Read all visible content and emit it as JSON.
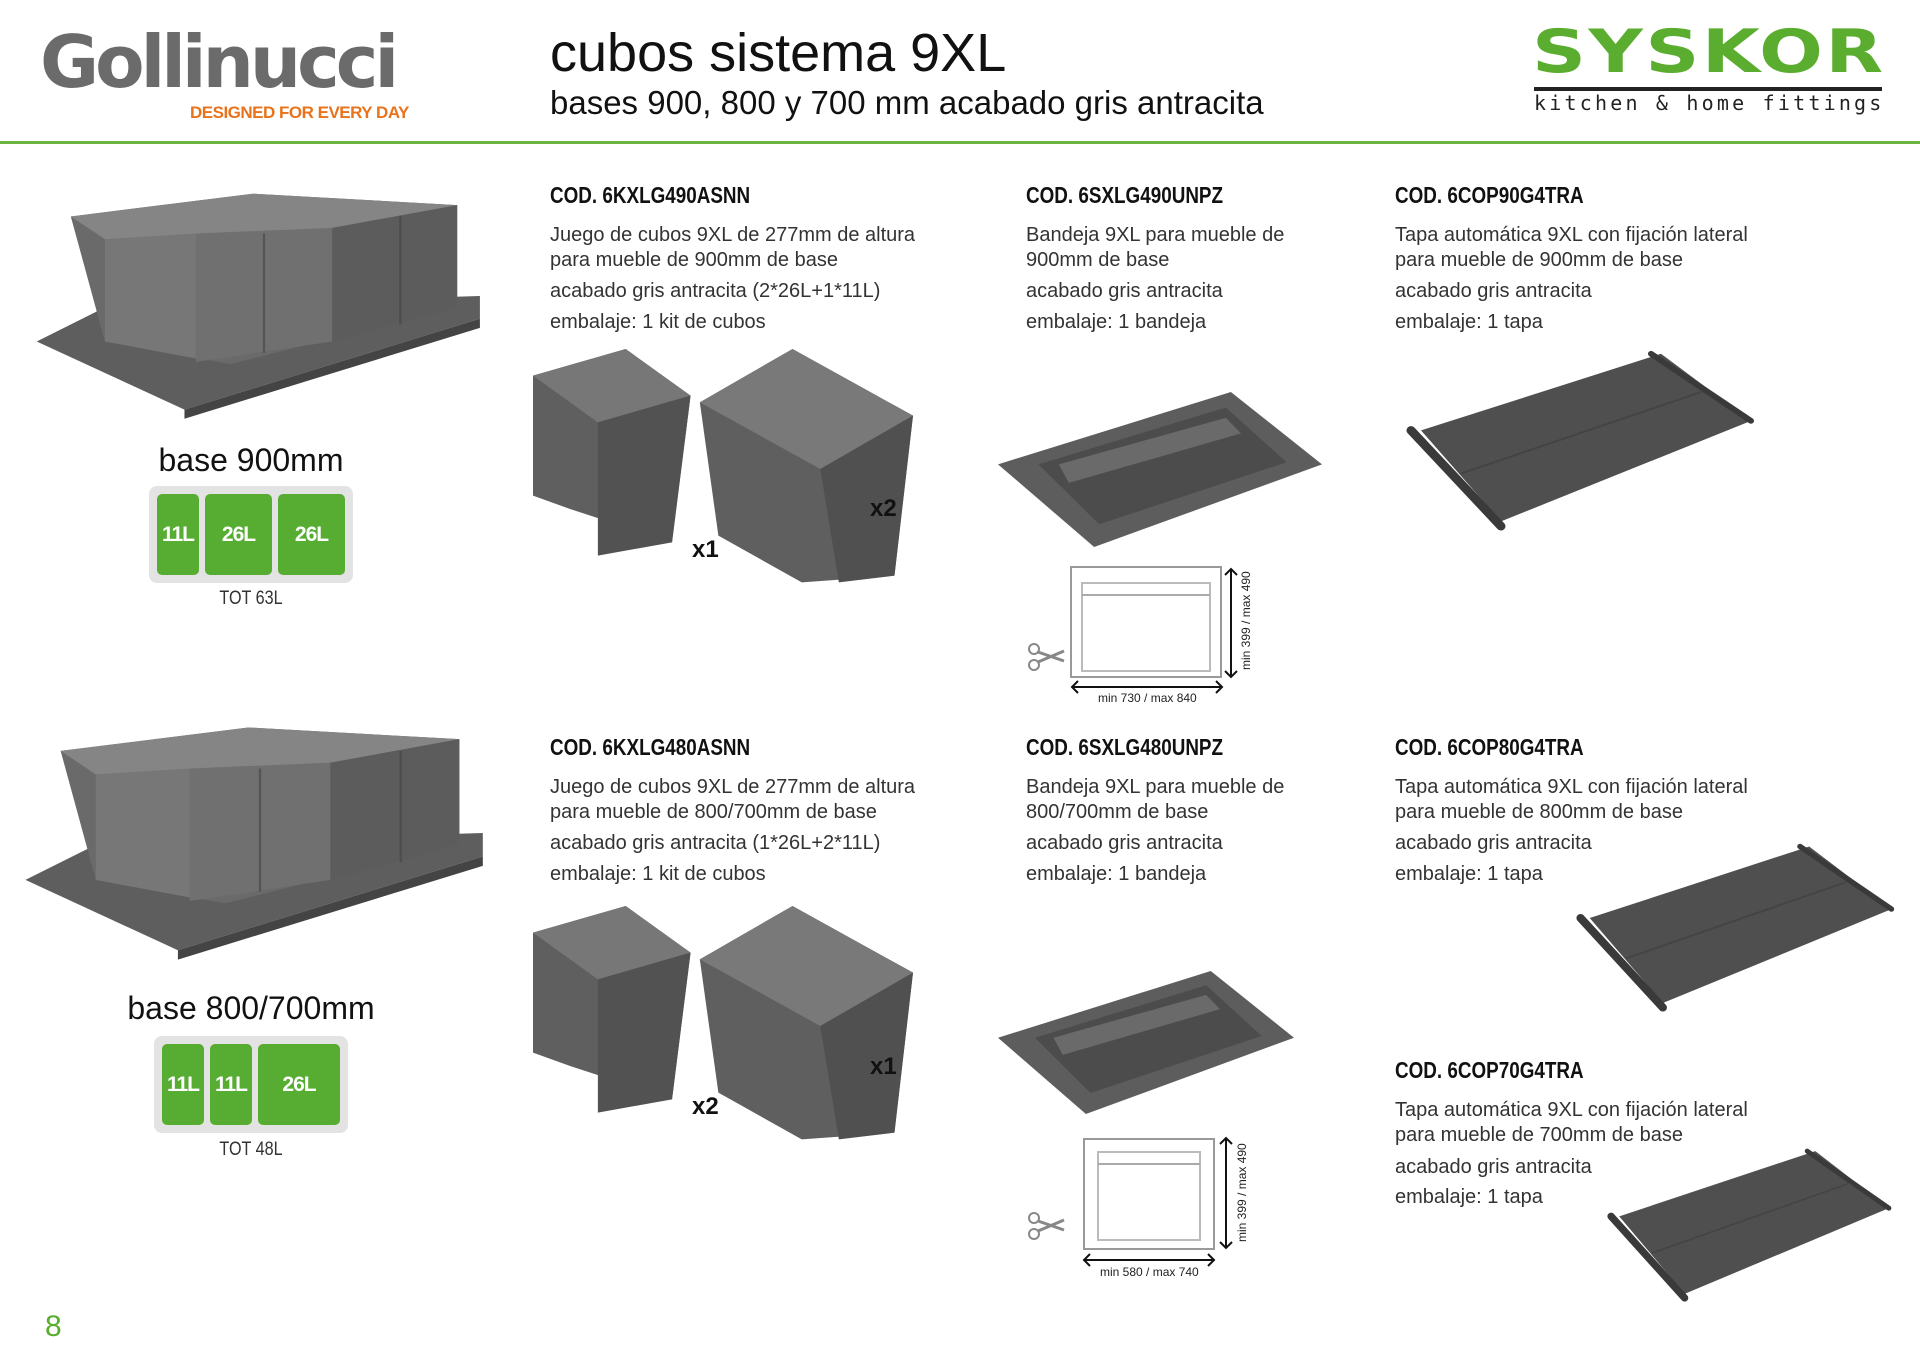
{
  "header": {
    "brand_left": "Gollinucci",
    "brand_left_tagline": "DESIGNED FOR EVERY DAY",
    "title": "cubos sistema 9XL",
    "subtitle": "bases 900, 800 y 700 mm acabado gris antracita",
    "brand_right": "SYSKOR",
    "brand_right_tagline": "kitchen & home fittings"
  },
  "rows": [
    {
      "base_label": "base 900mm",
      "capacity": [
        "11L",
        "26L",
        "26L"
      ],
      "total": "TOT 63L",
      "bins": {
        "code": "COD. 6KXLG490ASNN",
        "lines": [
          "Juego de cubos 9XL de 277mm de altura",
          "para mueble de 900mm de base",
          "acabado gris antracita (2*26L+1*11L)",
          "embalaje: 1 kit de cubos"
        ],
        "qty_small": "x1",
        "qty_large": "x2"
      },
      "tray": {
        "code": "COD. 6SXLG490UNPZ",
        "lines": [
          "Bandeja 9XL para mueble de",
          "900mm de base",
          "acabado gris antracita",
          "embalaje: 1 bandeja"
        ],
        "dim_width": "min 730 / max 840",
        "dim_depth": "min 399 / max 490"
      },
      "lid": {
        "code": "COD. 6COP90G4TRA",
        "lines": [
          "Tapa automática 9XL con fijación lateral",
          "para mueble de 900mm de base",
          "acabado gris antracita",
          "embalaje: 1 tapa"
        ]
      }
    },
    {
      "base_label": "base 800/700mm",
      "capacity": [
        "11L",
        "11L",
        "26L"
      ],
      "total": "TOT 48L",
      "bins": {
        "code": "COD. 6KXLG480ASNN",
        "lines": [
          "Juego de cubos 9XL de 277mm de altura",
          "para mueble de 800/700mm de base",
          "acabado gris antracita (1*26L+2*11L)",
          "embalaje: 1 kit de cubos"
        ],
        "qty_small": "x2",
        "qty_large": "x1"
      },
      "tray": {
        "code": "COD. 6SXLG480UNPZ",
        "lines": [
          "Bandeja 9XL para mueble de",
          "800/700mm de base",
          "acabado gris antracita",
          "embalaje: 1 bandeja"
        ],
        "dim_width": "min 580 / max 740",
        "dim_depth": "min 399 / max 490"
      },
      "lid": {
        "code": "COD. 6COP80G4TRA",
        "lines": [
          "Tapa automática 9XL con fijación lateral",
          "para mueble de 800mm de base",
          "acabado gris antracita",
          "embalaje: 1 tapa"
        ]
      },
      "lid2": {
        "code": "COD. 6COP70G4TRA",
        "lines": [
          "Tapa automática 9XL con fijación lateral",
          "para mueble de 700mm de base",
          "acabado gris antracita",
          "embalaje: 1 tapa"
        ]
      }
    }
  ],
  "page_number": "8",
  "colors": {
    "accent": "#5aad2e",
    "product": "#5a5a5a",
    "tagline": "#e8731c"
  }
}
